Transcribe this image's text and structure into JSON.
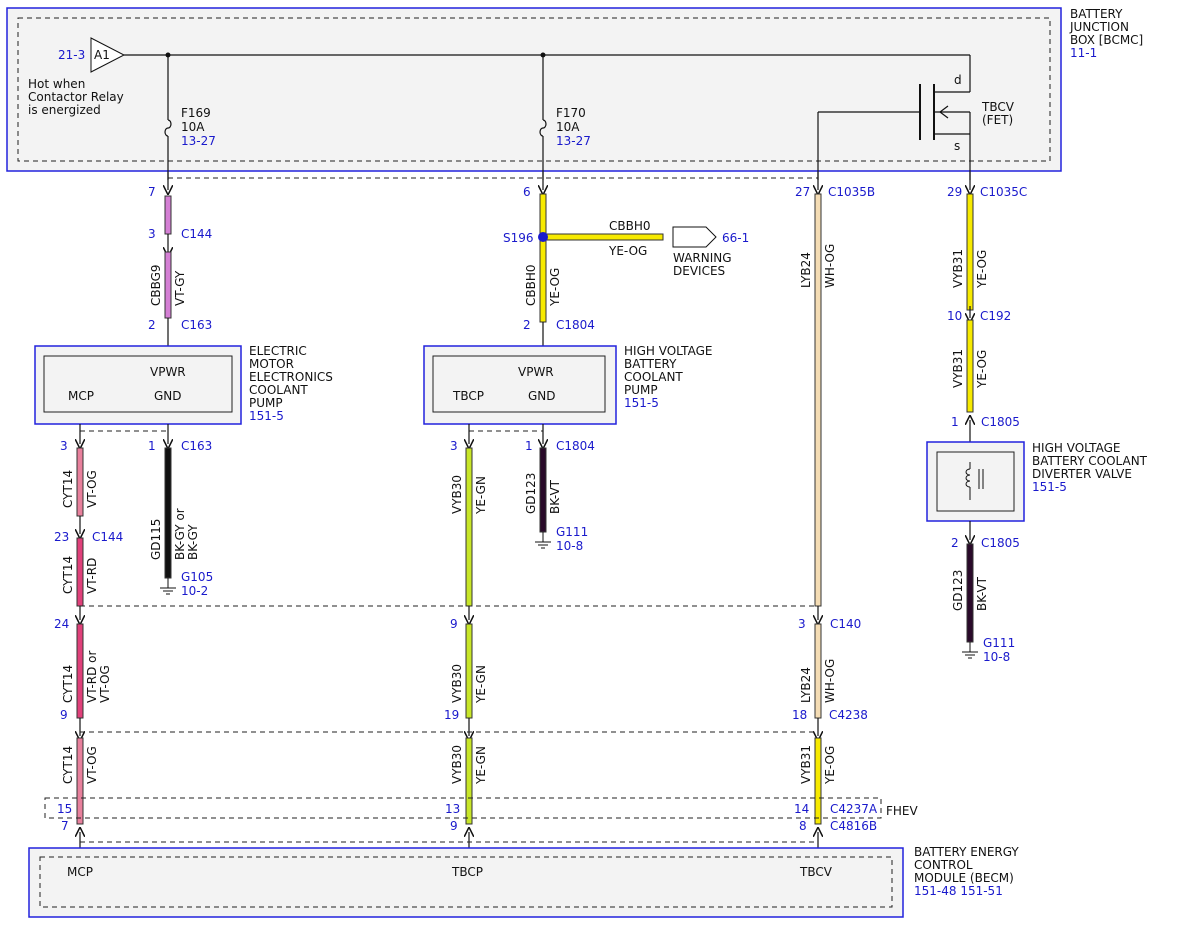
{
  "colors": {
    "blue_text": "#1a1acc",
    "box_border": "#2222dd",
    "box_fill": "#f3f3f3",
    "wire_vt_gy": "#d47fd4",
    "wire_ye_og": "#f7ea00",
    "wire_wh_og": "#f4dcb4",
    "wire_vt_og": "#e8809c",
    "wire_vt_rd": "#e0407a",
    "wire_ye_gn": "#c8e628",
    "wire_bk": "#111111",
    "wire_bk_vt": "#2a0a2a",
    "splice": "#1a1acc"
  },
  "top_box": {
    "title": "BATTERY\nJUNCTION\nBOX [BCMC]",
    "ref": "11-1",
    "input_ref": "21-3",
    "input_label": "A1",
    "note": "Hot when\nContactor Relay\nis energized",
    "fuse1": {
      "name": "F169",
      "rating": "10A",
      "ref": "13-27"
    },
    "fuse2": {
      "name": "F170",
      "rating": "10A",
      "ref": "13-27"
    },
    "fet": {
      "name": "TBCV\n(FET)",
      "drain": "d",
      "source": "s"
    }
  },
  "col1": {
    "pin_top": "7",
    "pin_c144": "3",
    "conn_c144": "C144",
    "circuit": "CBBG9",
    "color": "VT-GY",
    "pin_c163": "2",
    "conn_c163": "C163",
    "module": {
      "vpwr": "VPWR",
      "mcp": "MCP",
      "gnd": "GND",
      "title": "ELECTRIC\nMOTOR\nELECTRONICS\nCOOLANT\nPUMP",
      "ref": "151-5"
    },
    "gnd_pin": "1",
    "gnd_conn": "C163",
    "gnd_circuit": "GD115",
    "gnd_color": "BK-GY or\nBK-GY",
    "ground": "G105",
    "ground_ref": "10-2",
    "mcp_pin": "3",
    "mcp_circuit": "CYT14",
    "mcp_color": "VT-OG",
    "c144_pin": "23",
    "c144": "C144",
    "seg2_circuit": "CYT14",
    "seg2_color": "VT-RD",
    "c140_pin": "24",
    "seg3_circuit": "CYT14",
    "seg3_color": "VT-RD or\nVT-OG",
    "c4238_pin": "9",
    "seg4_circuit": "CYT14",
    "seg4_color": "VT-OG",
    "c4237_pin": "15",
    "c4816_pin": "7"
  },
  "col2": {
    "pin_top": "6",
    "splice": "S196",
    "branch_circuit": "CBBH0",
    "branch_color": "YE-OG",
    "branch_ref": "66-1",
    "branch_dest": "WARNING\nDEVICES",
    "circuit": "CBBH0",
    "color": "YE-OG",
    "pin_c1804": "2",
    "conn_c1804": "C1804",
    "module": {
      "vpwr": "VPWR",
      "tbcp": "TBCP",
      "gnd": "GND",
      "title": "HIGH VOLTAGE\nBATTERY\nCOOLANT\nPUMP",
      "ref": "151-5"
    },
    "gnd_pin": "1",
    "gnd_conn": "C1804",
    "gnd_circuit": "GD123",
    "gnd_color": "BK-VT",
    "ground": "G111",
    "ground_ref": "10-8",
    "tbcp_pin": "3",
    "tbcp_circuit": "VYB30",
    "tbcp_color": "YE-GN",
    "c140_pin": "9",
    "seg3_circuit": "VYB30",
    "seg3_color": "YE-GN",
    "c4238_pin": "19",
    "seg4_circuit": "VYB30",
    "seg4_color": "YE-GN",
    "c4237_pin": "13",
    "c4816_pin": "9"
  },
  "col3": {
    "pin_top": "27",
    "conn_top": "C1035B",
    "circuit": "LYB24",
    "color": "WH-OG",
    "c140_pin": "3",
    "c140": "C140",
    "seg2_circuit": "LYB24",
    "seg2_color": "WH-OG",
    "c4238_pin": "18",
    "c4238": "C4238",
    "seg3_circuit": "VYB31",
    "seg3_color": "YE-OG",
    "c4237_pin": "14",
    "c4237": "C4237A",
    "fhev": "FHEV",
    "c4816_pin": "8",
    "c4816": "C4816B"
  },
  "col4": {
    "pin_top": "29",
    "conn_top": "C1035C",
    "circuit": "VYB31",
    "color": "YE-OG",
    "c192_pin": "10",
    "c192": "C192",
    "seg2_circuit": "VYB31",
    "seg2_color": "YE-OG",
    "c1805_pin": "1",
    "c1805": "C1805",
    "module": {
      "title": "HIGH VOLTAGE\nBATTERY COOLANT\nDIVERTER VALVE",
      "ref": "151-5"
    },
    "gnd_pin": "2",
    "gnd_conn": "C1805",
    "gnd_circuit": "GD123",
    "gnd_color": "BK-VT",
    "ground": "G111",
    "ground_ref": "10-8"
  },
  "becm": {
    "mcp": "MCP",
    "tbcp": "TBCP",
    "tbcv": "TBCV",
    "title": "BATTERY ENERGY\nCONTROL\nMODULE (BECM)",
    "ref": "151-48   151-51"
  }
}
